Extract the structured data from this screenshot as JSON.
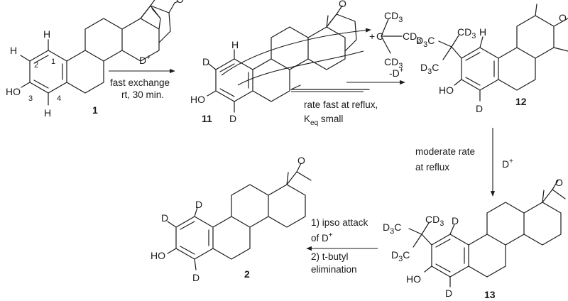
{
  "compound_1": {
    "label": "1",
    "O_label": "O",
    "oh_label": "HO",
    "h_label": "H",
    "pos_1": "1",
    "pos_2": "2",
    "pos_3": "3",
    "pos_4": "4"
  },
  "compound_11": {
    "label": "11",
    "O_label": "O",
    "oh_label": "HO",
    "h_label": "H",
    "d_label": "D"
  },
  "tbutyl_cation": {
    "cd3": "CD",
    "sub3": "3",
    "plus": "+",
    "c": "C"
  },
  "compound_12": {
    "label": "12",
    "O_label": "O",
    "oh_label": "HO",
    "h_label": "H",
    "d_label": "D",
    "d3c": "D",
    "sub3": "3",
    "c": "C",
    "cd": "CD"
  },
  "compound_13": {
    "label": "13",
    "O_label": "O",
    "oh_label": "HO",
    "d_label": "D",
    "d3c": "D",
    "sub3": "3",
    "c": "C",
    "cd": "CD"
  },
  "compound_2": {
    "label": "2",
    "O_label": "O",
    "oh_label": "HO",
    "d_label": "D"
  },
  "step1": {
    "reagent": "D",
    "reagent_sup": "+",
    "line1": "fast exchange",
    "line2": "rt, 30 min."
  },
  "step2": {
    "reagent": "-D",
    "reagent_sup": "+",
    "line1": "rate fast at reflux,",
    "line2_k": "K",
    "line2_sub": "eq",
    "line2_rest": " small"
  },
  "step3": {
    "line1": "moderate rate",
    "line2": "at reflux",
    "reagent": "D",
    "reagent_sup": "+"
  },
  "step4": {
    "line1": "1) ipso attack",
    "line2": "of D",
    "line2_sup": "+",
    "line3": "2) t-butyl",
    "line4": "elimination"
  }
}
